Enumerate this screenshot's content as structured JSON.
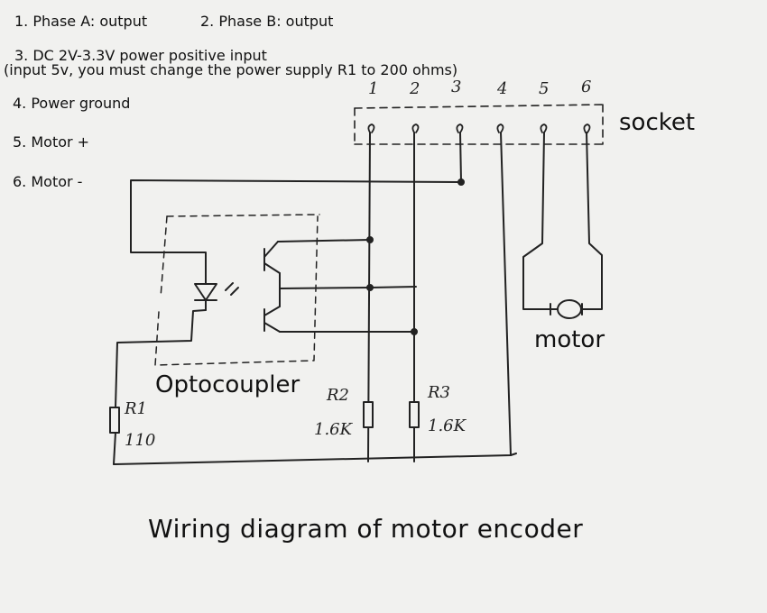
{
  "notes": {
    "phase_a": "1. Phase A: output",
    "phase_b": "2. Phase B: output",
    "power_pos": "3. DC 2V-3.3V power positive input",
    "power_note": "(input 5v, you must change the power supply R1 to 200 ohms)",
    "power_ground": "4. Power ground",
    "motor_pos": "5. Motor +",
    "motor_neg": "6. Motor -"
  },
  "socket": {
    "label": "socket",
    "pins": [
      "1",
      "2",
      "3",
      "4",
      "5",
      "6"
    ]
  },
  "components": {
    "optocoupler": "Optocoupler",
    "motor": "motor",
    "r1": {
      "name": "R1",
      "value": "110"
    },
    "r2": {
      "name": "R2",
      "value": "1.6K"
    },
    "r3": {
      "name": "R3",
      "value": "1.6K"
    }
  },
  "title": "Wiring diagram of motor encoder"
}
